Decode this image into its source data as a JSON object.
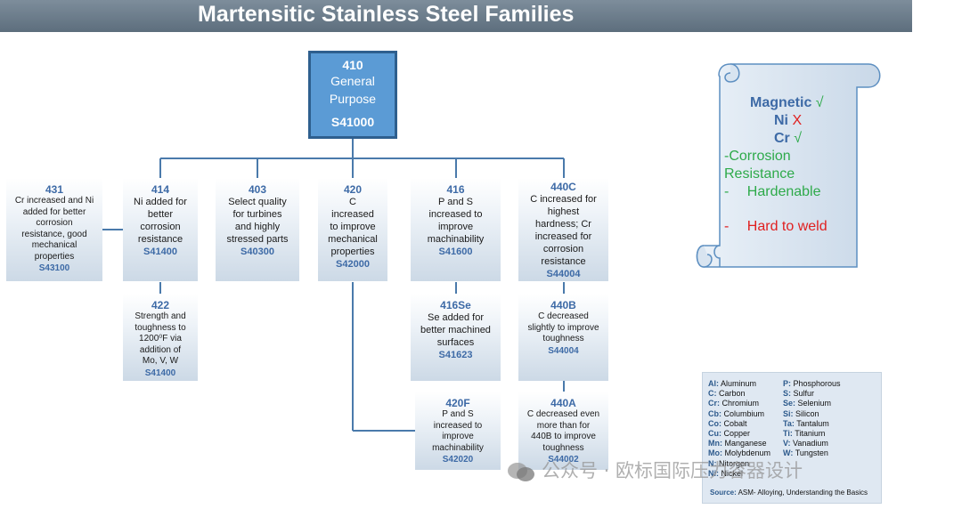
{
  "title": "Martensitic Stainless Steel Families",
  "root": {
    "grade": "410",
    "desc_line1": "General",
    "desc_line2": "Purpose",
    "uns": "S41000"
  },
  "boxes": {
    "b431": {
      "grade": "431",
      "lines": [
        "Cr increased and Ni",
        "added for better",
        "corrosion",
        "resistance, good",
        "mechanical",
        "properties"
      ],
      "uns": "S43100"
    },
    "b414": {
      "grade": "414",
      "lines": [
        "Ni added for",
        "better",
        "corrosion",
        "resistance"
      ],
      "uns": "S41400"
    },
    "b403": {
      "grade": "403",
      "lines": [
        "Select quality",
        "for turbines",
        "and highly",
        "stressed parts"
      ],
      "uns": "S40300"
    },
    "b420": {
      "grade": "420",
      "lines": [
        "C",
        "increased",
        "to improve",
        "mechanical",
        "properties"
      ],
      "uns": "S42000"
    },
    "b416": {
      "grade": "416",
      "lines": [
        "P and S",
        "increased to",
        "improve",
        "machinability"
      ],
      "uns": "S41600"
    },
    "b440c": {
      "grade": "440C",
      "lines": [
        "C increased for",
        "highest",
        "hardness; Cr",
        "increased for",
        "corrosion",
        "resistance"
      ],
      "uns": "S44004"
    },
    "b422": {
      "grade": "422",
      "lines": [
        "Strength and",
        "toughness to",
        "1200⁰F via",
        "addition of",
        "Mo, V, W"
      ],
      "uns": "S41400"
    },
    "b416se": {
      "grade": "416Se",
      "lines": [
        "Se added for",
        "better machined",
        "surfaces"
      ],
      "uns": "S41623"
    },
    "b440b": {
      "grade": "440B",
      "lines": [
        "C decreased",
        "slightly to improve",
        "toughness"
      ],
      "uns": "S44004"
    },
    "b420f": {
      "grade": "420F",
      "lines": [
        "P and S",
        "increased to",
        "improve",
        "machinability"
      ],
      "uns": "S42020"
    },
    "b440a": {
      "grade": "440A",
      "lines": [
        "C decreased even",
        "more than for",
        "440B to improve",
        "toughness"
      ],
      "uns": "S44002"
    }
  },
  "scroll": {
    "magnetic": "Magnetic",
    "magnetic_mark": "√",
    "ni": "Ni",
    "ni_mark": "X",
    "cr": "Cr",
    "cr_mark": "√",
    "corrosion_line1": "-Corrosion",
    "corrosion_line2": "Resistance",
    "hardenable_dash": "-",
    "hardenable": "Hardenable",
    "weld_dash": "-",
    "weld": "Hard to weld"
  },
  "legend": {
    "left": [
      {
        "k": "Al:",
        "v": "Aluminum"
      },
      {
        "k": "C:",
        "v": "Carbon"
      },
      {
        "k": "Cr:",
        "v": "Chromium"
      },
      {
        "k": "Cb:",
        "v": "Columbium"
      },
      {
        "k": "Co:",
        "v": "Cobalt"
      },
      {
        "k": "Cu:",
        "v": "Copper"
      },
      {
        "k": "Mn:",
        "v": "Manganese"
      },
      {
        "k": "Mo:",
        "v": "Molybdenum"
      },
      {
        "k": "N:",
        "v": "Nitorgen"
      },
      {
        "k": "Ni:",
        "v": "Nickel"
      }
    ],
    "right": [
      {
        "k": "P:",
        "v": "Phosphorous"
      },
      {
        "k": "S:",
        "v": "Sulfur"
      },
      {
        "k": "Se:",
        "v": "Selenium"
      },
      {
        "k": "Si:",
        "v": "Silicon"
      },
      {
        "k": "Ta:",
        "v": "Tantalum"
      },
      {
        "k": "Ti:",
        "v": "Titanium"
      },
      {
        "k": "V:",
        "v": "Vanadium"
      },
      {
        "k": "W:",
        "v": "Tungsten"
      }
    ],
    "source_label": "Source:",
    "source_text": "ASM- Alloying, Understanding the Basics"
  },
  "watermark": "公众号 · 欧标国际压力容器设计",
  "colors": {
    "accent_blue": "#3d6aa6",
    "root_fill": "#5b9bd5",
    "green": "#2eaa4a",
    "red": "#e02020",
    "title_bar": "#6b7c8b"
  }
}
